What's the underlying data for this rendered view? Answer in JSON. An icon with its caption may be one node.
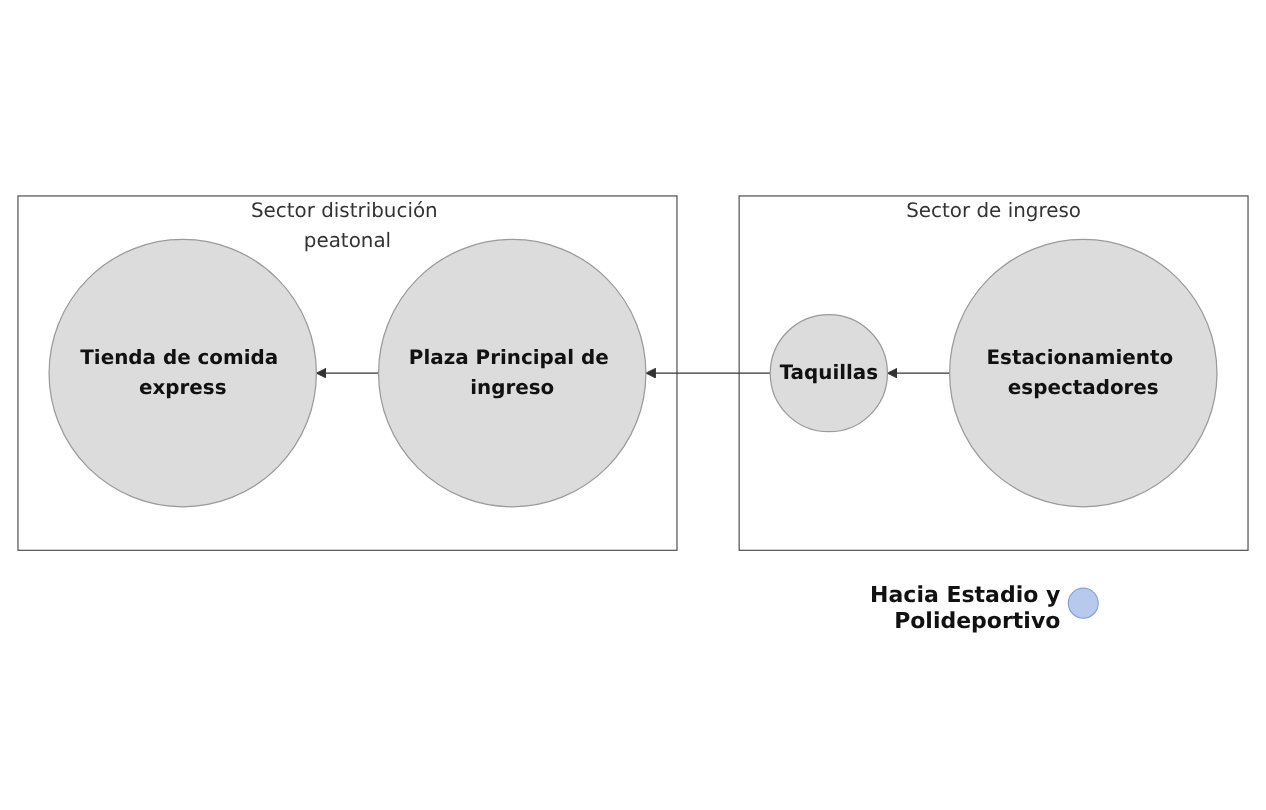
{
  "diagram": {
    "nodes": [
      {
        "text": [
          "Sector distribución peatonal"
        ]
      },
      {
        "text": [
          "Tienda de comida express"
        ],
        "in": 0
      },
      {
        "text": [
          "Plaza Principal de ingreso"
        ],
        "in": 0
      },
      {
        "text": [
          "Sector de ingreso"
        ]
      },
      {
        "text": [
          "Taquillas"
        ],
        "in": 3
      },
      {
        "text": [
          "Estacionamiento espectadores"
        ],
        "in": 3
      },
      {
        "text": [],
        "shape": "circle",
        "beside": [
          "Hacia Estadio y Polideportivo"
        ]
      }
    ],
    "edges": [
      {
        "from": 2,
        "to": 1,
        "arrow": "to"
      },
      {
        "from": 4,
        "to": 2,
        "arrow": "to"
      },
      {
        "from": 5,
        "to": 4,
        "arrow": "to"
      }
    ]
  }
}
